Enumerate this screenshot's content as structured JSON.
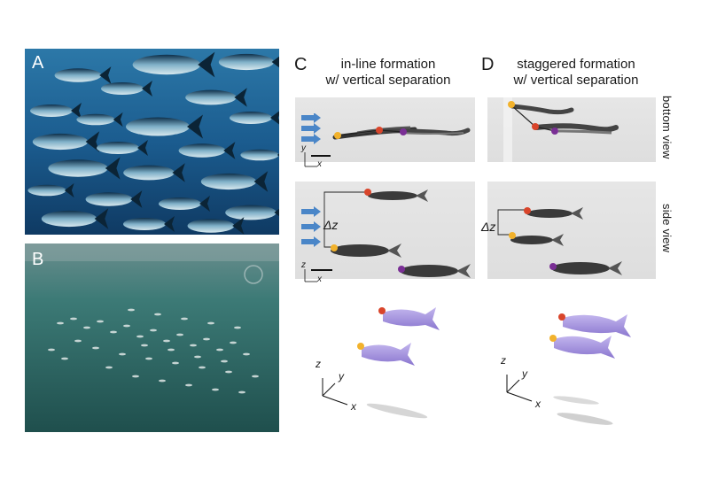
{
  "panels": {
    "a": {
      "letter": "A"
    },
    "b": {
      "letter": "B"
    },
    "c": {
      "letter": "C",
      "title_line1": "in-line formation",
      "title_line2": "w/ vertical separation"
    },
    "d": {
      "letter": "D",
      "title_line1": "staggered formation",
      "title_line2": "w/ vertical separation"
    }
  },
  "views": {
    "bottom": "bottom view",
    "side": "side view"
  },
  "axes": {
    "y": "y",
    "x": "x",
    "z": "z",
    "delta": "Δz"
  },
  "colors": {
    "red_marker": "#d9452b",
    "yellow_marker": "#f2b22c",
    "purple_marker": "#7a2f95",
    "fish_model": "#a08fd8",
    "arrow": "#4a86c8",
    "ocean_a": "#1b5c8f",
    "ocean_b": "#3c7a76"
  }
}
